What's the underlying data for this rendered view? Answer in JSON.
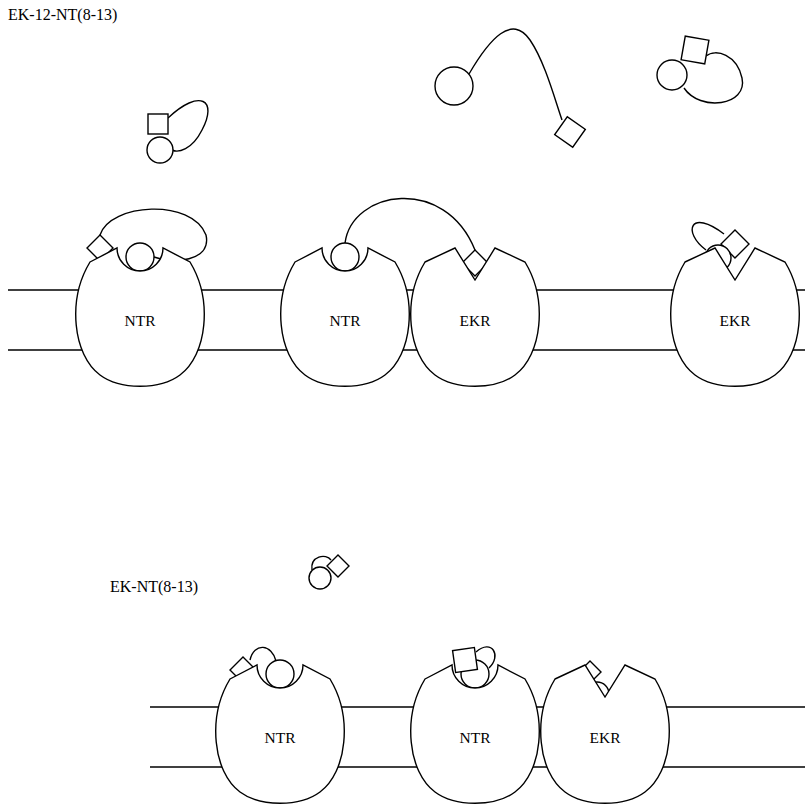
{
  "diagram": {
    "nodes": [
      {
        "text": [
          "NTR"
        ]
      },
      {
        "text": [
          "NTR"
        ]
      },
      {
        "text": [
          "EKR"
        ]
      },
      {
        "text": [
          "EKR"
        ]
      },
      {
        "text": [
          "NTR"
        ]
      },
      {
        "text": [
          "NTR"
        ]
      },
      {
        "text": [
          "EKR"
        ]
      }
    ],
    "labels": [
      "EK-12-NT(8-13)",
      "EK-NT(8-13)"
    ]
  }
}
